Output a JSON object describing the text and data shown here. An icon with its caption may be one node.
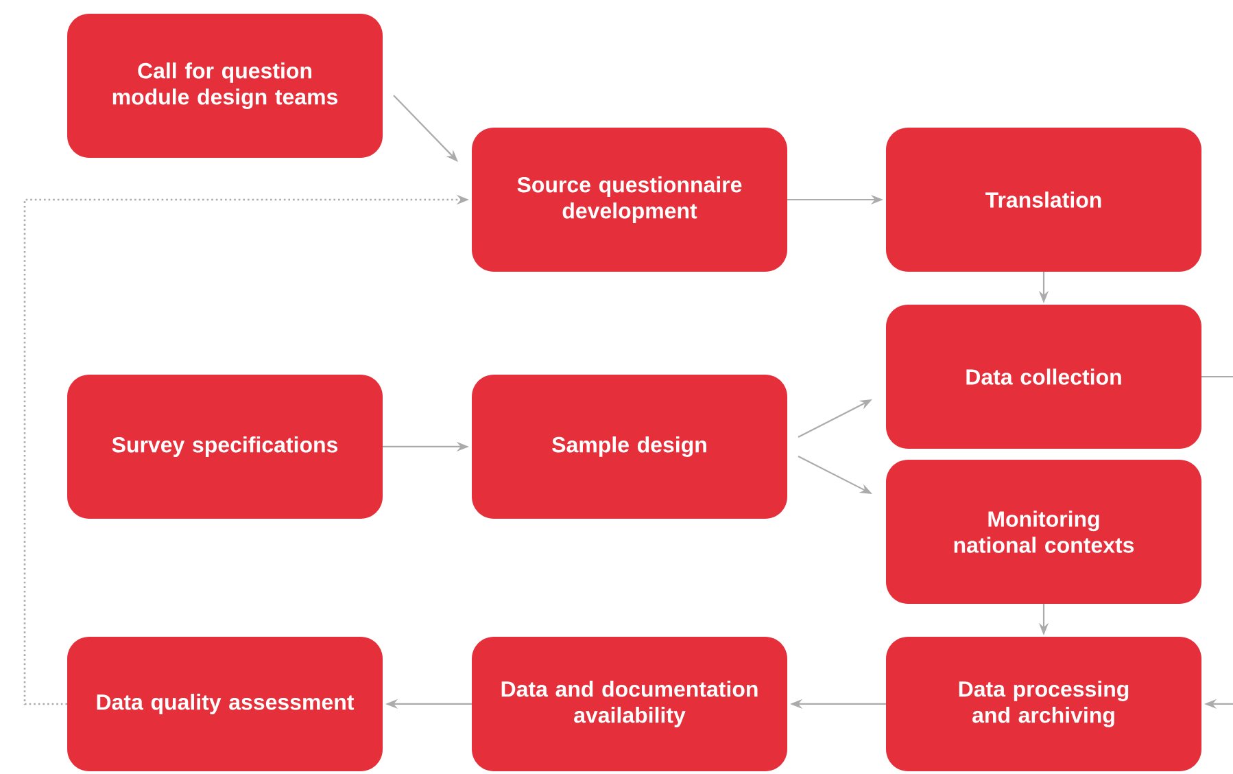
{
  "diagram": {
    "nodes": [
      {
        "text": [
          "Call for question module design teams"
        ]
      },
      {
        "text": [
          "Source questionnaire development"
        ]
      },
      {
        "text": [
          "Translation"
        ]
      },
      {
        "text": [
          "Survey specifications"
        ]
      },
      {
        "text": [
          "Sample design"
        ]
      },
      {
        "text": [
          "Data collection"
        ]
      },
      {
        "text": [
          "Monitoring national contexts"
        ]
      },
      {
        "text": [
          "Data processing and archiving"
        ]
      },
      {
        "text": [
          "Data and documentation availability"
        ]
      },
      {
        "text": [
          "Data quality assessment"
        ]
      }
    ],
    "edges": [
      {
        "from": 0,
        "to": 1,
        "arrow": "to"
      },
      {
        "from": 1,
        "to": 2,
        "arrow": "to"
      },
      {
        "from": 2,
        "to": 5,
        "arrow": "to"
      },
      {
        "from": 3,
        "to": 4,
        "arrow": "to"
      },
      {
        "from": 4,
        "to": 5,
        "arrow": "to"
      },
      {
        "from": 4,
        "to": 6,
        "arrow": "to"
      },
      {
        "from": 5,
        "to": 7,
        "arrow": "to"
      },
      {
        "from": 6,
        "to": 7,
        "arrow": "to"
      },
      {
        "from": 7,
        "to": 8,
        "arrow": "to"
      },
      {
        "from": 8,
        "to": 9,
        "arrow": "to"
      },
      {
        "from": 9,
        "to": 1,
        "arrow": "to",
        "style": "dashed"
      }
    ]
  }
}
